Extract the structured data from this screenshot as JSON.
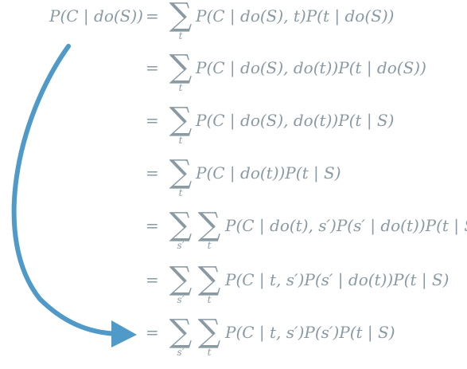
{
  "lines": [
    {
      "lhs": "P(C | do(S))",
      "eq": "=",
      "sums": [
        "t"
      ],
      "rhs": "P(C | do(S), t)P(t | do(S))"
    },
    {
      "lhs": "",
      "eq": "=",
      "sums": [
        "t"
      ],
      "rhs": "P(C | do(S), do(t))P(t | do(S))"
    },
    {
      "lhs": "",
      "eq": "=",
      "sums": [
        "t"
      ],
      "rhs": "P(C | do(S), do(t))P(t | S)"
    },
    {
      "lhs": "",
      "eq": "=",
      "sums": [
        "t"
      ],
      "rhs": "P(C | do(t))P(t | S)"
    },
    {
      "lhs": "",
      "eq": "=",
      "sums": [
        "s′",
        "t"
      ],
      "rhs": "P(C | do(t), s′)P(s′ | do(t))P(t | S)"
    },
    {
      "lhs": "",
      "eq": "=",
      "sums": [
        "s′",
        "t"
      ],
      "rhs": "P(C | t, s′)P(s′ | do(t))P(t | S)"
    },
    {
      "lhs": "",
      "eq": "=",
      "sums": [
        "s′",
        "t"
      ],
      "rhs": "P(C | t, s′)P(s′)P(t | S)"
    }
  ],
  "sum_symbol": "∑",
  "colors": {
    "text": "#8a9aa3",
    "arrow": "#4f9ac9"
  }
}
